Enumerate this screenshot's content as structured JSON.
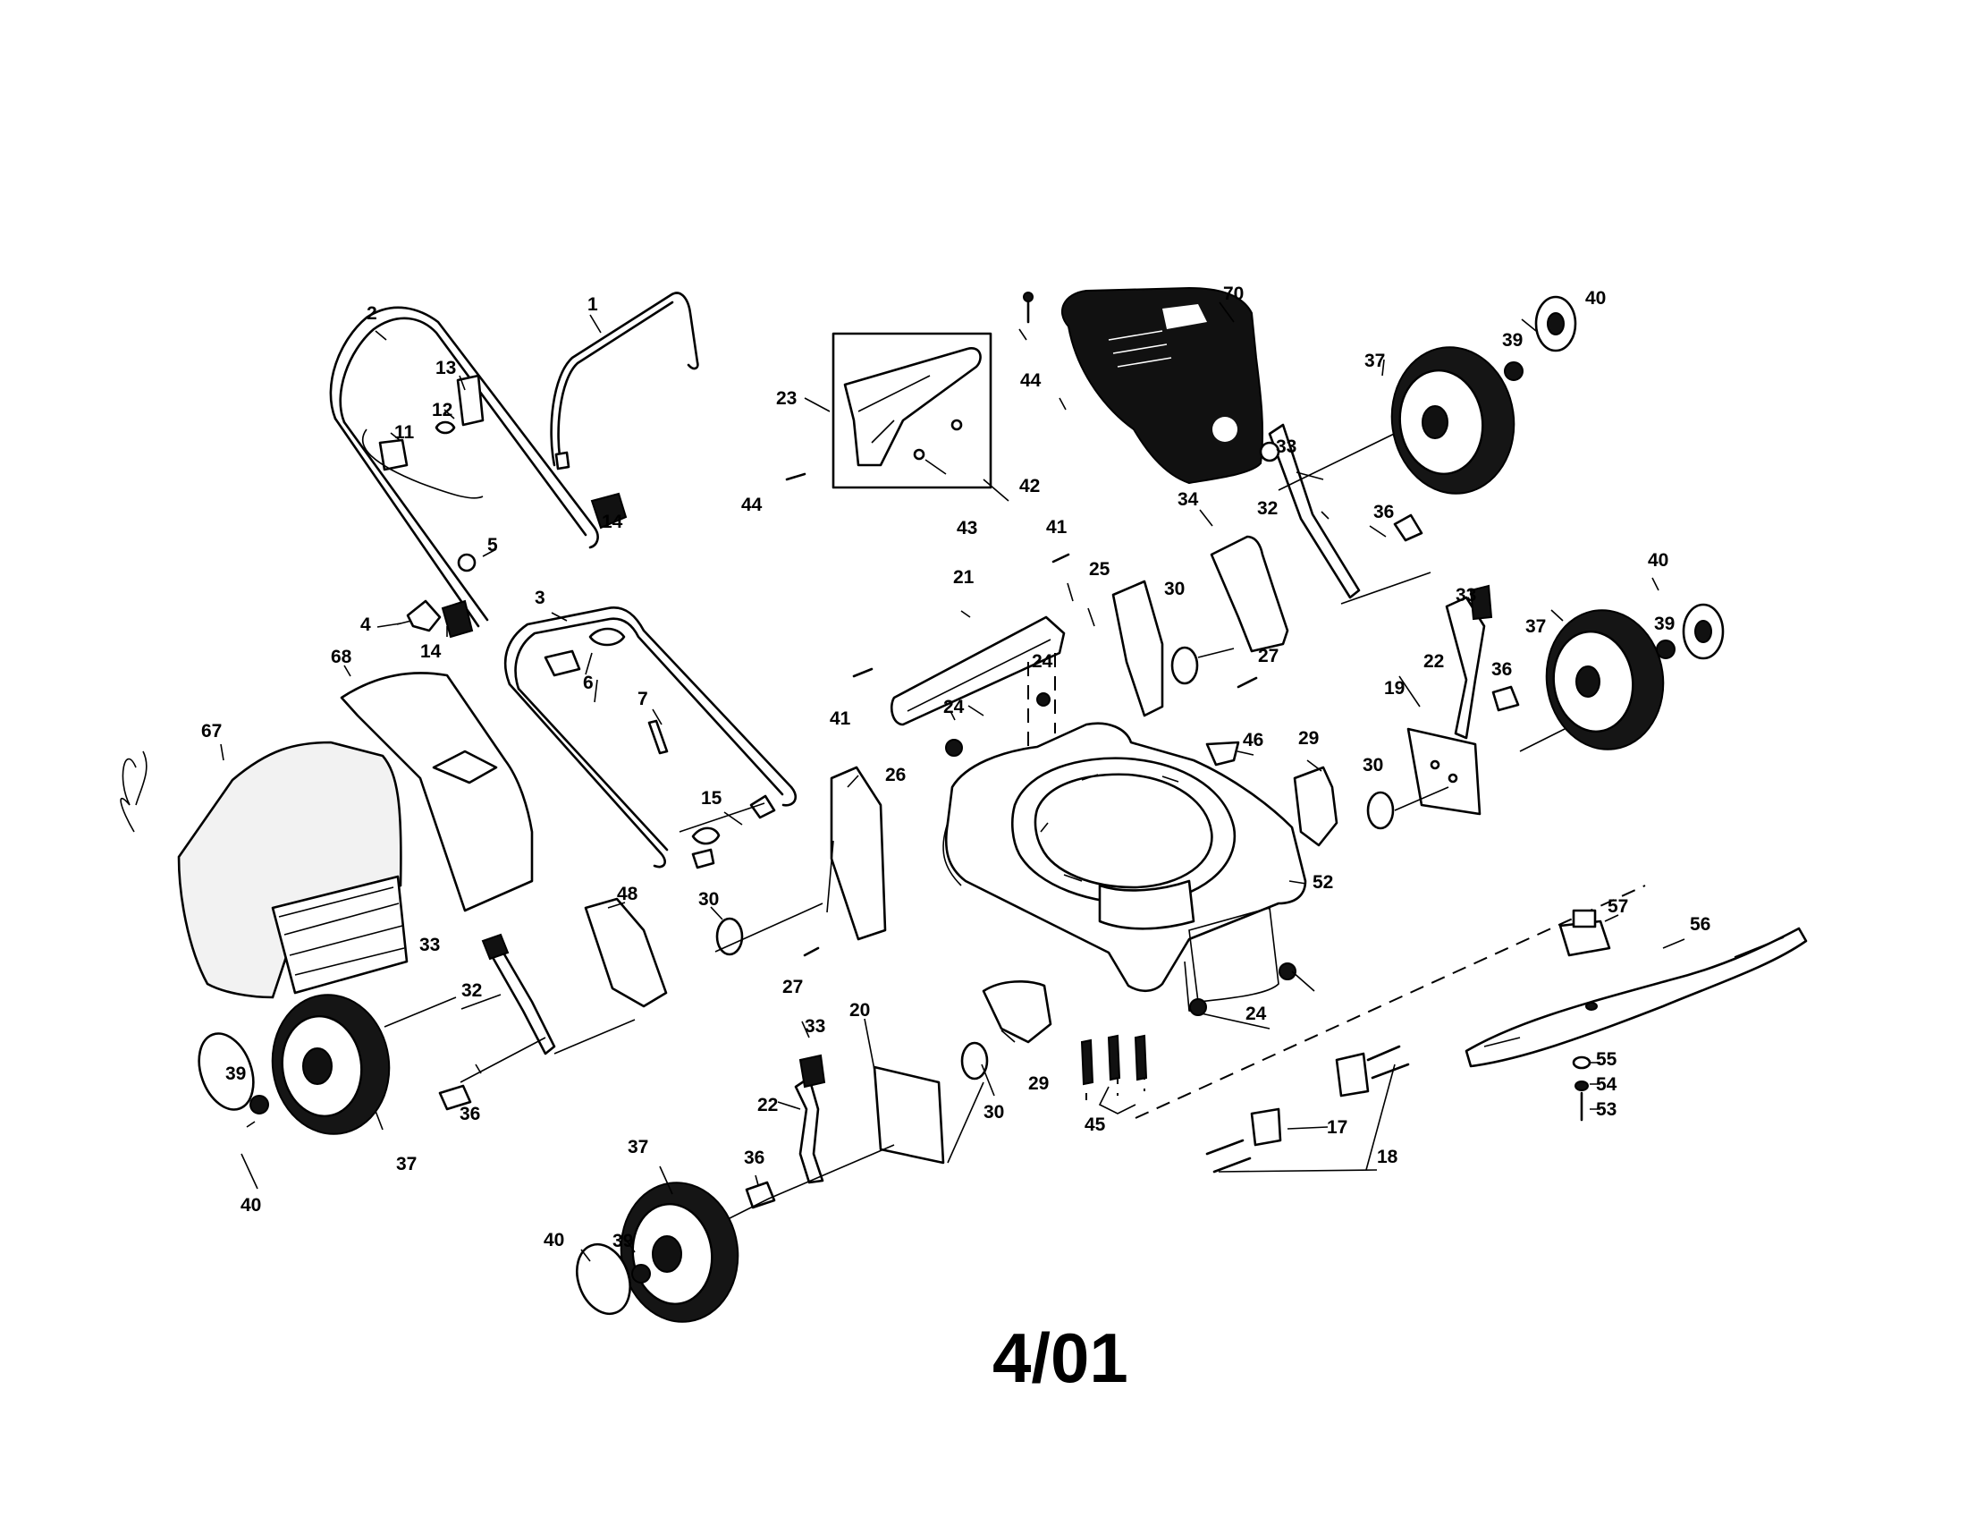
{
  "revision": "4/01",
  "callouts": [
    "1",
    "2",
    "3",
    "4",
    "5",
    "6",
    "7",
    "11",
    "12",
    "13",
    "14",
    "15",
    "17",
    "18",
    "19",
    "20",
    "21",
    "22",
    "23",
    "24",
    "25",
    "26",
    "27",
    "29",
    "30",
    "32",
    "33",
    "34",
    "36",
    "37",
    "39",
    "40",
    "41",
    "42",
    "43",
    "44",
    "45",
    "46",
    "48",
    "52",
    "53",
    "54",
    "55",
    "56",
    "57",
    "67",
    "68",
    "70"
  ]
}
